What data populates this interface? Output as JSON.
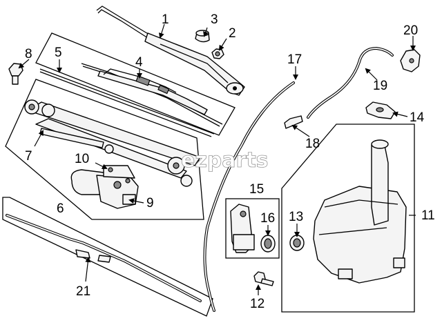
{
  "callouts": {
    "c1": "1",
    "c2": "2",
    "c3": "3",
    "c4": "4",
    "c5": "5",
    "c6": "6",
    "c7": "7",
    "c8": "8",
    "c9": "9",
    "c10": "10",
    "c11": "11",
    "c12": "12",
    "c13": "13",
    "c14": "14",
    "c15": "15",
    "c16": "16",
    "c17": "17",
    "c18": "18",
    "c19": "19",
    "c20": "20",
    "c21": "21"
  },
  "watermark": "ezparts"
}
